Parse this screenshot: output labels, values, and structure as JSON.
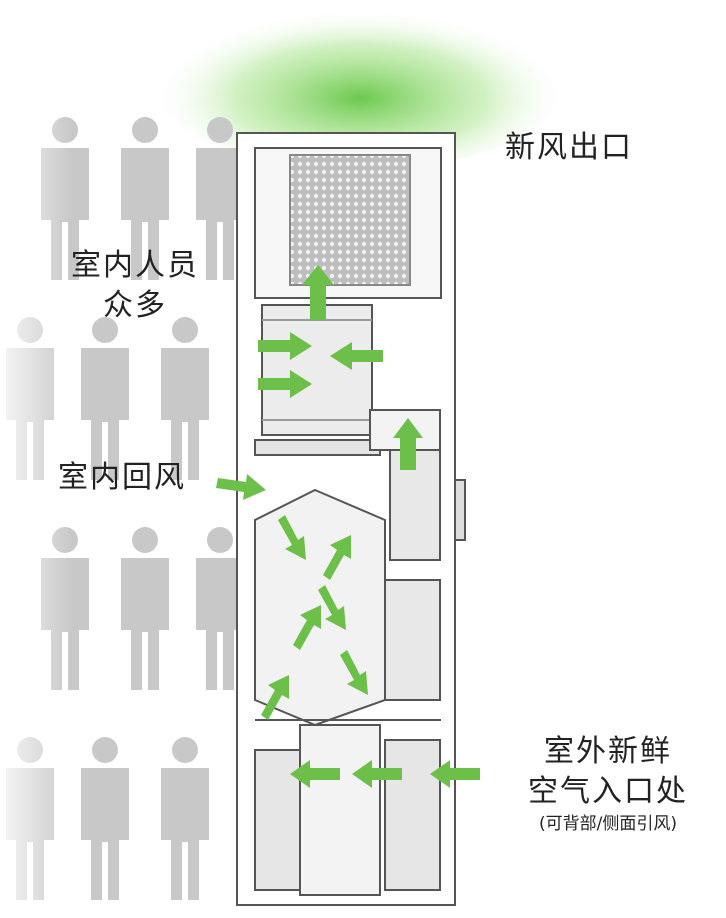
{
  "labels": {
    "outlet": "新风出口",
    "people_line1": "室内人员",
    "people_line2": "众多",
    "return_air": "室内回风",
    "inlet_line1": "室外新鲜",
    "inlet_line2": "空气入口处",
    "inlet_note": "(可背部/侧面引风)"
  },
  "colors": {
    "arrow": "#6cc04a",
    "glow": "#7dd35a",
    "person": "#c8c8c8",
    "frame": "#555555"
  }
}
